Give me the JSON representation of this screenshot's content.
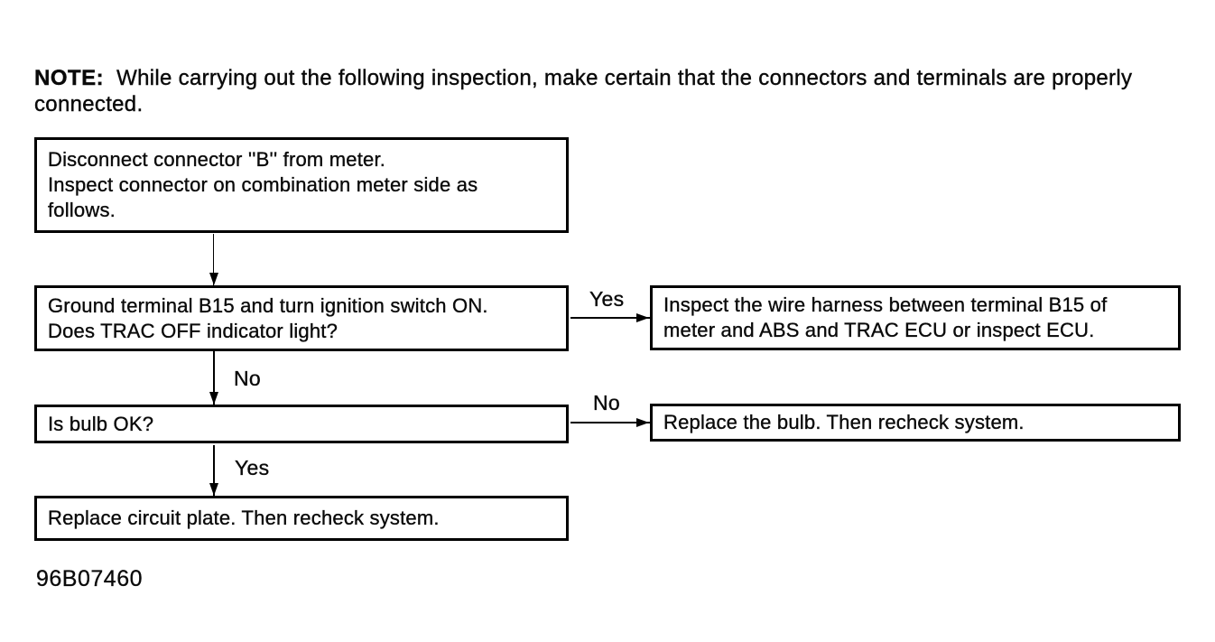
{
  "page": {
    "figure_id": "96B07460"
  },
  "note": {
    "label": "NOTE:",
    "body": "While carrying out the following inspection, make certain that the connectors and terminals are properly connected."
  },
  "flowchart": {
    "steps": {
      "disconnect": {
        "text": "Disconnect connector ''B'' from meter.\nInspect connector on combination meter side as\nfollows."
      },
      "ground": {
        "text": "Ground terminal B15 and turn ignition switch ON.\nDoes TRAC OFF indicator light?"
      },
      "inspect_harness": {
        "text": "Inspect the wire harness between terminal B15 of\nmeter and ABS and TRAC ECU or inspect ECU."
      },
      "bulb": {
        "text": "Is bulb OK?"
      },
      "replace_bulb": {
        "text": "Replace the bulb. Then recheck system."
      },
      "replace_plate": {
        "text": "Replace circuit plate. Then recheck system."
      }
    },
    "labels": {
      "ground_yes": "Yes",
      "ground_no": "No",
      "bulb_no": "No",
      "bulb_yes": "Yes"
    }
  }
}
